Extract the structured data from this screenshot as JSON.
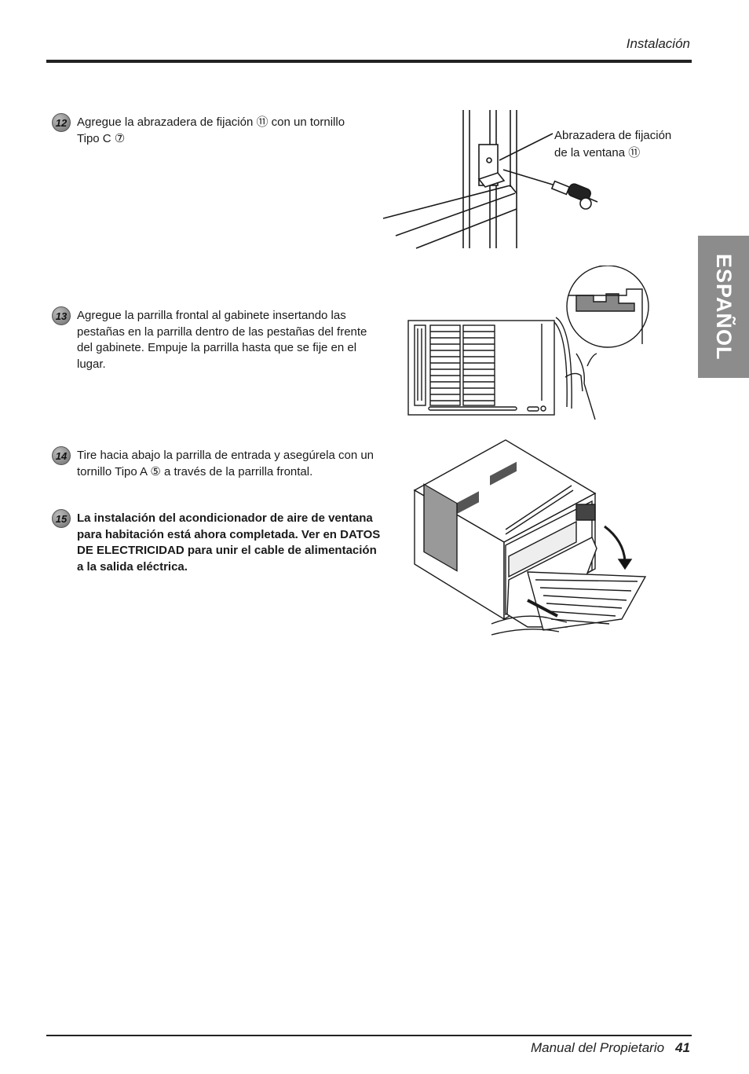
{
  "header": {
    "section_title": "Instalación"
  },
  "side_tab": {
    "label": "ESPAÑOL"
  },
  "steps": [
    {
      "number": "12",
      "text": "Agregue la abrazadera de fijación ⑪ con un tornillo Tipo C ⑦"
    },
    {
      "number": "13",
      "text": "Agregue la parrilla frontal al gabinete insertando las pestañas en la parrilla dentro de las pestañas del frente del gabinete. Empuje la parrilla hasta que se fije en el lugar."
    },
    {
      "number": "14",
      "text": "Tire hacia abajo la parrilla de entrada y asegúrela con un tornillo Tipo A ⑤  a través de la parrilla frontal."
    },
    {
      "number": "15",
      "text": "La instalación del acondicionador de aire de ventana para habitación está  ahora completada. Ver en DATOS DE ELECTRICIDAD para unir el cable de alimentación a la salida eléctrica."
    }
  ],
  "illustration1": {
    "callout_line1": "Abrazadera de fijación",
    "callout_line2": "de la ventana ⑪"
  },
  "footer": {
    "manual_title": "Manual del Propietario",
    "page_number": "41"
  }
}
